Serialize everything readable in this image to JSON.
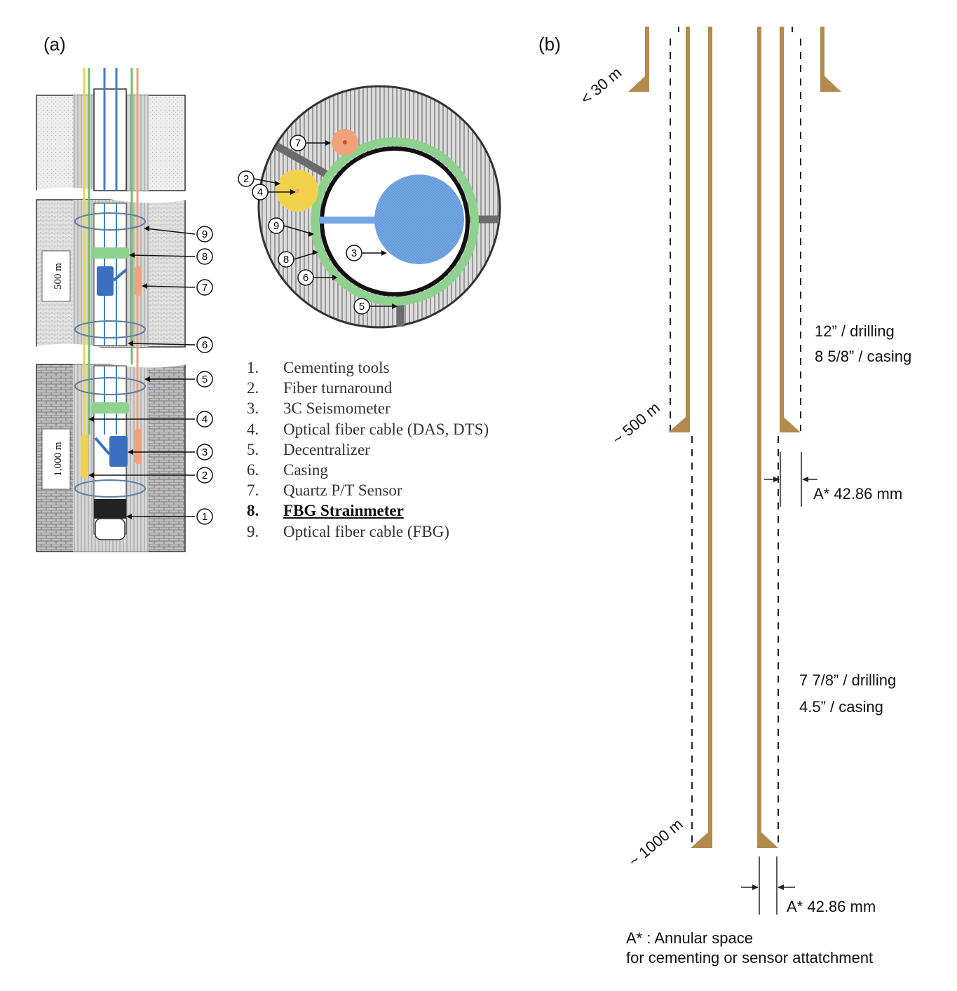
{
  "panel_a": {
    "label": "(a)",
    "depth_500": "500 m",
    "depth_1000": "1,000 m",
    "legend": [
      {
        "num": "1.",
        "text": "Cementing tools",
        "bold": false
      },
      {
        "num": "2.",
        "text": "Fiber turnaround",
        "bold": false
      },
      {
        "num": "3.",
        "text": "3C Seismometer",
        "bold": false
      },
      {
        "num": "4.",
        "text": "Optical fiber cable (DAS, DTS)",
        "bold": false
      },
      {
        "num": "5.",
        "text": "Decentralizer",
        "bold": false
      },
      {
        "num": "6.",
        "text": "Casing",
        "bold": false
      },
      {
        "num": "7.",
        "text": "Quartz P/T Sensor",
        "bold": false
      },
      {
        "num": "8.",
        "text": "FBG Strainmeter",
        "bold": true
      },
      {
        "num": "9.",
        "text": "Optical fiber cable (FBG)",
        "bold": false
      }
    ],
    "callouts": [
      "1",
      "2",
      "3",
      "4",
      "5",
      "6",
      "7",
      "8",
      "9"
    ]
  },
  "panel_b": {
    "label": "(b)",
    "depth_30": "< 30 m",
    "depth_500": "~ 500 m",
    "depth_1000": "~ 1000 m",
    "upper_drilling": "12” / drilling",
    "upper_casing": "8 5/8” / casing",
    "lower_drilling": "7 7/8” / drilling",
    "lower_casing": "4.5” / casing",
    "annulus_1": "A* 42.86 mm",
    "annulus_2": "A* 42.86 mm",
    "footnote_1": "A* : Annular space",
    "footnote_2": "for cementing or sensor attatchment"
  },
  "colors": {
    "casing_brown": "#b38a4e",
    "fiber_blue": "#3f7fd0",
    "fiber_green": "#6cc06c",
    "fiber_yellow": "#f2d24a",
    "fiber_orange": "#f2a27a",
    "strainmeter_green": "#8fd18f",
    "seismometer_blue": "#6aa4e0"
  }
}
